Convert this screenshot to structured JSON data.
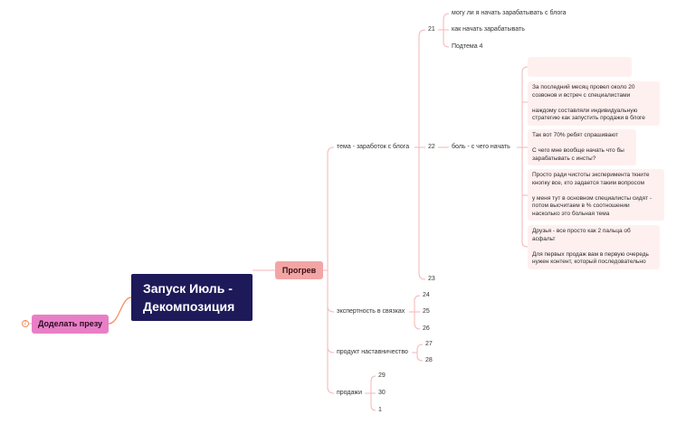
{
  "root": {
    "line1": "Запуск Июль -",
    "line2": "Декомпозиция"
  },
  "progrev": "Прогрев",
  "presentation": "Доделать презу",
  "marker": "2",
  "topics": {
    "earning": "тема - заработок с блога",
    "expert": "экспертность в связках",
    "mentoring": "продукт наставничество",
    "sales": "продажи"
  },
  "numbers": {
    "n21": "21",
    "n22": "22",
    "n23": "23",
    "n24": "24",
    "n25": "25",
    "n26": "26",
    "n27": "27",
    "n28": "28",
    "n29": "29",
    "n30": "30",
    "n1": "1"
  },
  "day21_items": [
    "могу ли я начать зарабатывать с блога",
    "как начать зарабатывать",
    "Подтема 4"
  ],
  "pain": "боль - с чего начать",
  "pain_cards": [
    "",
    "За последний месяц провел около 20\nсозвонов и встреч с специалистами\n\nнаждому составляли индивидуальную\nстратегию как запустить продажи в блоге",
    "Так вот 70% ребят спрашивают\n\nС чего мне вообще начать что бы\nзарабатывать с инсты?",
    "Просто ради чистоты эксперимента ткните\nкнопку все, кто задается таким вопросом\n\nу меня тут в основном специалисты сидят -\nпотом высчитаем в % соотношении\nнасколько это больная тема",
    "Друзья - все просто как 2 пальца об\nасфальт\n\nДля первых продаж вам в первую очередь\nнужен контент, который последовательно"
  ]
}
